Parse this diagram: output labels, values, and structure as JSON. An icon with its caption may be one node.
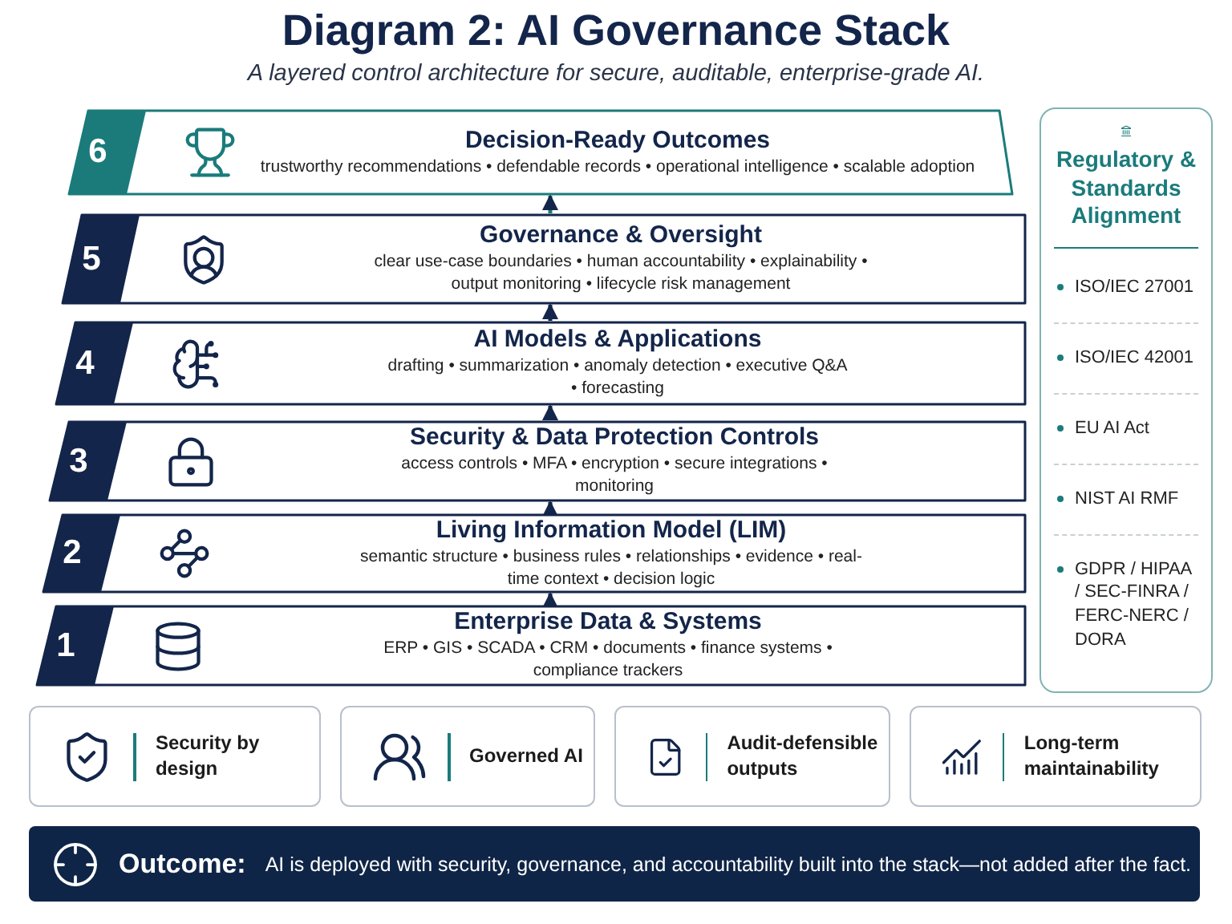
{
  "diagram": {
    "title": "Diagram 2: AI Governance Stack",
    "caption": "A layered control architecture for secure, auditable, enterprise-grade AI.",
    "nodes": [
      {
        "text": [
          "6",
          "Decision-Ready Outcomes",
          "trustworthy recommendations • defendable records • operational intelligence • scalable adoption"
        ]
      },
      {
        "text": [
          "5",
          "Governance & Oversight",
          "clear use-case boundaries • human accountability • explainability • output monitoring • lifecycle risk management"
        ]
      },
      {
        "text": [
          "4",
          "AI Models & Applications",
          "drafting • summarization • anomaly detection • executive Q&A • forecasting"
        ]
      },
      {
        "text": [
          "3",
          "Security & Data Protection Controls",
          "access controls • MFA • encryption • secure integrations • monitoring"
        ]
      },
      {
        "text": [
          "2",
          "Living Information Model (LIM)",
          "semantic structure • business rules • relationships • evidence • real-time context • decision logic"
        ]
      },
      {
        "text": [
          "1",
          "Enterprise Data & Systems",
          "ERP • GIS • SCADA • CRM • documents • finance systems • compliance trackers"
        ]
      },
      {
        "text": [
          "Regulatory & Standards Alignment",
          "ISO/IEC 27001",
          "ISO/IEC 42001",
          "EU AI Act",
          "NIST AI RMF",
          "GDPR / HIPAA / SEC-FINRA / FERC-NERC / DORA"
        ]
      },
      {
        "text": [
          "Security by design"
        ]
      },
      {
        "text": [
          "Governed AI"
        ]
      },
      {
        "text": [
          "Audit-defensible outputs"
        ]
      },
      {
        "text": [
          "Long-term maintainability"
        ]
      },
      {
        "text": [
          "Outcome:",
          "AI is deployed with security, governance, and accountability built into the stack—not added after the fact."
        ]
      }
    ],
    "edges": [
      {
        "from": 5,
        "to": 4,
        "arrow": "to"
      },
      {
        "from": 4,
        "to": 3,
        "arrow": "to"
      },
      {
        "from": 3,
        "to": 2,
        "arrow": "to"
      },
      {
        "from": 2,
        "to": 1,
        "arrow": "to"
      },
      {
        "from": 1,
        "to": 0,
        "arrow": "to"
      }
    ]
  }
}
